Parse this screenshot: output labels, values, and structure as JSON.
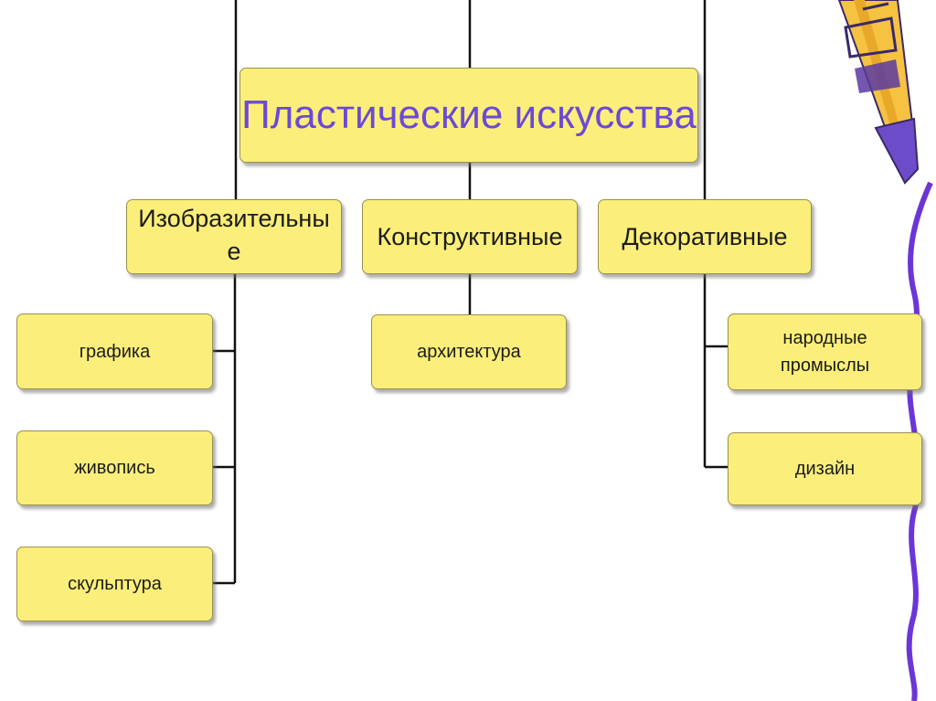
{
  "diagram": {
    "root": {
      "label": "Пластические искусства"
    },
    "categories": [
      {
        "label": "Изобразительные",
        "children": [
          "графика",
          "живопись",
          "скульптура"
        ]
      },
      {
        "label": "Конструктивные",
        "children": [
          "архитектура"
        ]
      },
      {
        "label": "Декоративные",
        "children": [
          "народные промыслы",
          "дизайн"
        ]
      }
    ]
  },
  "colors": {
    "box_fill": "#fbee7a",
    "title_text": "#6b49d8",
    "line": "#111111",
    "pencil_body": "#f5c242",
    "pencil_accent": "#5a3aa0"
  },
  "decoration": {
    "icon": "pencil-icon"
  }
}
